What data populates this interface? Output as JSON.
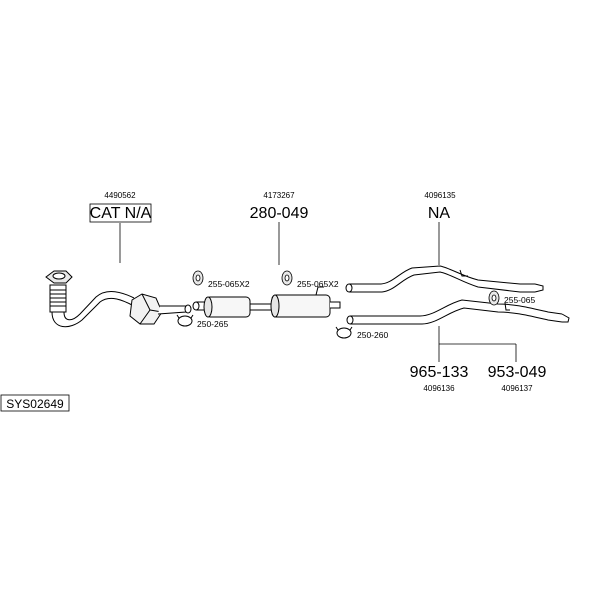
{
  "system_code": "SYS02649",
  "parts": {
    "catalyst": {
      "number": "4490562",
      "label": "CAT N/A"
    },
    "muffler": {
      "number": "4173267",
      "label": "280-049"
    },
    "rear_pipe_upper": {
      "number": "4096135",
      "label": "NA"
    },
    "rear_pipe_lower_left": {
      "number": "4096136",
      "label": "965-133"
    },
    "rear_pipe_lower_right": {
      "number": "4096137",
      "label": "953-049"
    }
  },
  "accessories": {
    "mount_1": "255-065X2",
    "mount_2": "255-065X2",
    "mount_3": "255-065",
    "clamp_1": "250-265",
    "clamp_2": "250-260"
  }
}
